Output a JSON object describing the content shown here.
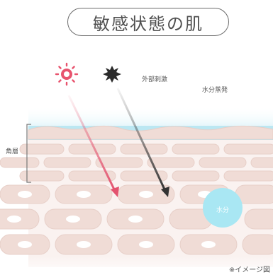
{
  "title": "敏感状態の肌",
  "labels": {
    "stimulus": "外部刺激",
    "evaporation": "水分蒸発",
    "stratum_corneum": "角層",
    "water": "水分"
  },
  "note": "※イメージ図",
  "colors": {
    "skin_band": "#b7e6f2",
    "cell": "#f0dcd6",
    "cell_edge": "#e7cfc8",
    "bg": "#faf2f0",
    "sun": "#e8546e",
    "dark_particle": "#2b2b2b",
    "arrow_pink": "#e3526e",
    "arrow_dark": "#444444",
    "water_bubble": "#a9e7f3"
  }
}
